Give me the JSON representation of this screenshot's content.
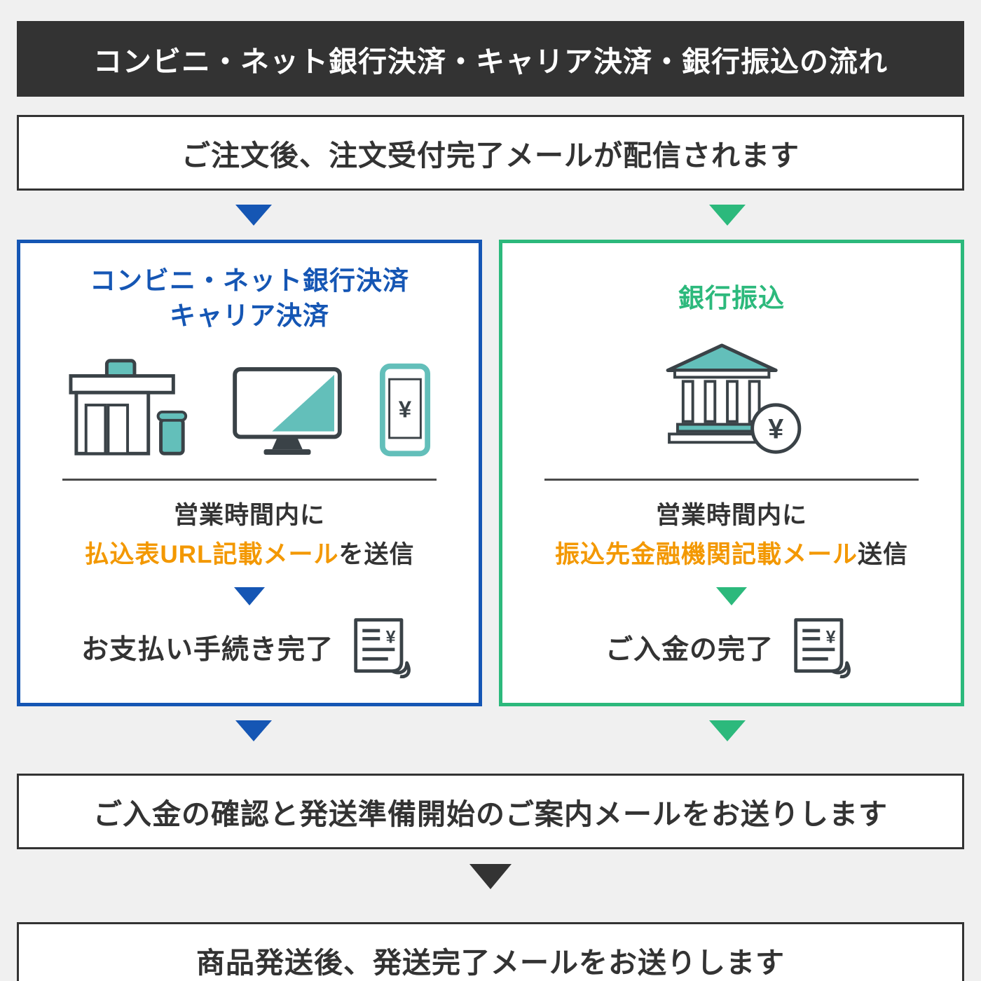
{
  "header": {
    "title": "コンビニ・ネット銀行決済・キャリア決済・銀行振込の流れ"
  },
  "steps": {
    "order": "ご注文後、注文受付完了メールが配信されます",
    "confirm": "ご入金の確認と発送準備開始のご案内メールをお送りします",
    "ship": "商品発送後、発送完了メールをお送りします"
  },
  "left": {
    "title_line1": "コンビニ・ネット銀行決済",
    "title_line2": "キャリア決済",
    "schedule": "営業時間内に",
    "mail_highlight": "払込表URL記載メール",
    "mail_suffix": "を送信",
    "complete": "お支払い手続き完了"
  },
  "right": {
    "title": "銀行振込",
    "schedule": "営業時間内に",
    "mail_highlight": "振込先金融機関記載メール",
    "mail_suffix": "送信",
    "complete": "ご入金の完了"
  },
  "icons": {
    "yen": "¥"
  },
  "colors": {
    "accent_blue": "#1556b4",
    "accent_green": "#2cb97c",
    "accent_orange": "#f39800",
    "dark": "#333333",
    "teal": "#63bfba"
  }
}
